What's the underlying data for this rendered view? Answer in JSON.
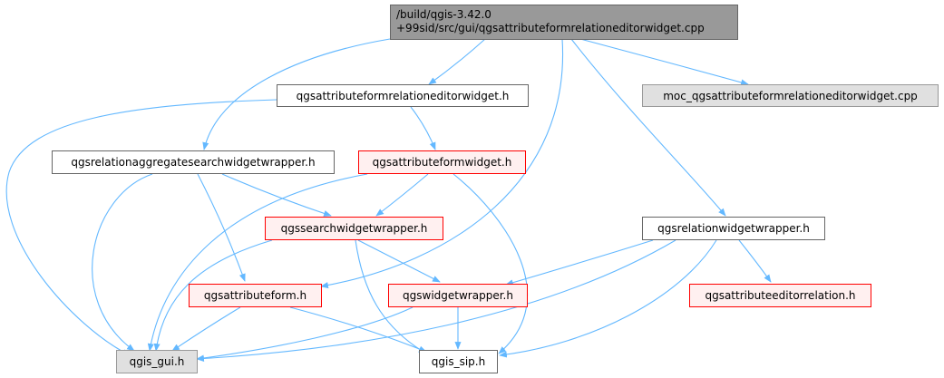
{
  "graph": {
    "root": {
      "line1": "/build/qgis-3.42.0",
      "line2": "+99sid/src/gui/qgsattributeformrelationeditorwidget.cpp"
    },
    "nodes": {
      "formrelh": "qgsattributeformrelationeditorwidget.h",
      "moc": "moc_qgsattributeformrelationeditorwidget.cpp",
      "aggregate": "qgsrelationaggregatesearchwidgetwrapper.h",
      "formwidget": "qgsattributeformwidget.h",
      "relwidget": "qgsrelationwidgetwrapper.h",
      "searchwrap": "qgssearchwidgetwrapper.h",
      "attrform": "qgsattributeform.h",
      "widgetwrap": "qgswidgetwrapper.h",
      "editorrel": "qgsattributeeditorrelation.h",
      "gui": "qgis_gui.h",
      "sip": "qgis_sip.h"
    },
    "colors": {
      "edge": "#63b8ff",
      "root_fill": "#999999",
      "incomplete_border": "#ff0000",
      "incomplete_fill": "#fff0f0",
      "external_fill": "#e0e0e0"
    }
  }
}
